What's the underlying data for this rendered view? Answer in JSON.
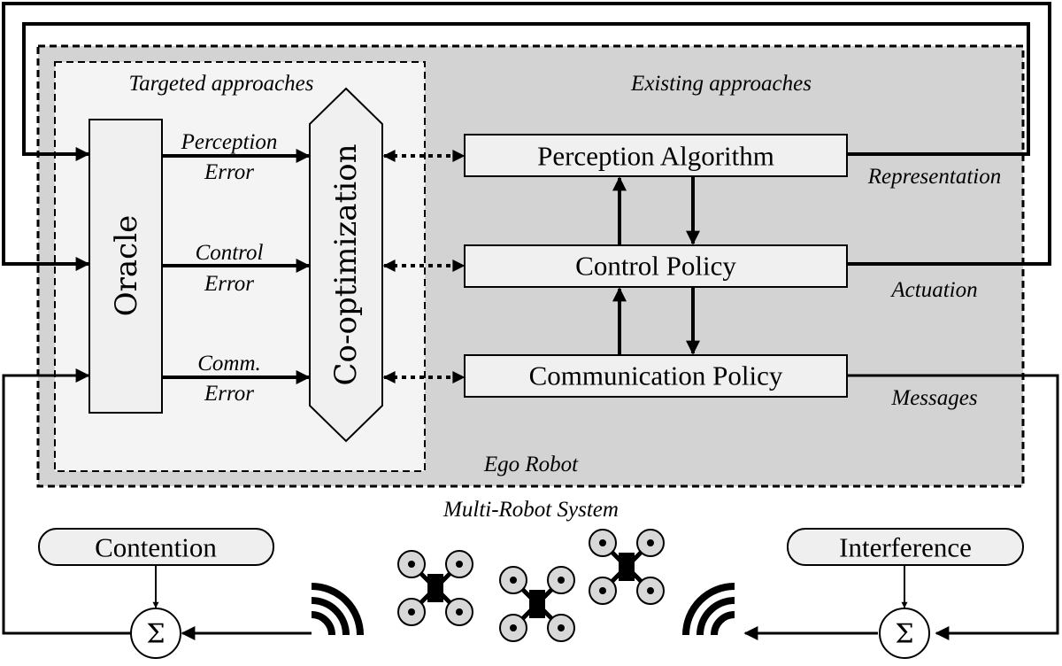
{
  "regions": {
    "targeted": "Targeted approaches",
    "existing": "Existing approaches",
    "ego": "Ego Robot",
    "multi": "Multi-Robot System"
  },
  "blocks": {
    "oracle": "Oracle",
    "coopt": "Co-optimization",
    "perception": "Perception Algorithm",
    "control": "Control Policy",
    "communication": "Communication Policy",
    "contention": "Contention",
    "interference": "Interference",
    "sum_symbol": "Σ"
  },
  "errors": {
    "perception_line1": "Perception",
    "perception_line2": "Error",
    "control_line1": "Control",
    "control_line2": "Error",
    "comm_line1": "Comm.",
    "comm_line2": "Error"
  },
  "outputs": {
    "representation": "Representation",
    "actuation": "Actuation",
    "messages": "Messages"
  },
  "colors": {
    "stroke": "#000000",
    "ego_fill": "#d3d3d3",
    "targeted_fill": "#f4f4f4",
    "block_fill": "#f0f0f0",
    "rotor_fill": "#d8d8d8",
    "pill_fill": "#efefef"
  },
  "icons": {
    "drones": "quadrotor-icon",
    "signal": "wireless-signal-icon"
  }
}
